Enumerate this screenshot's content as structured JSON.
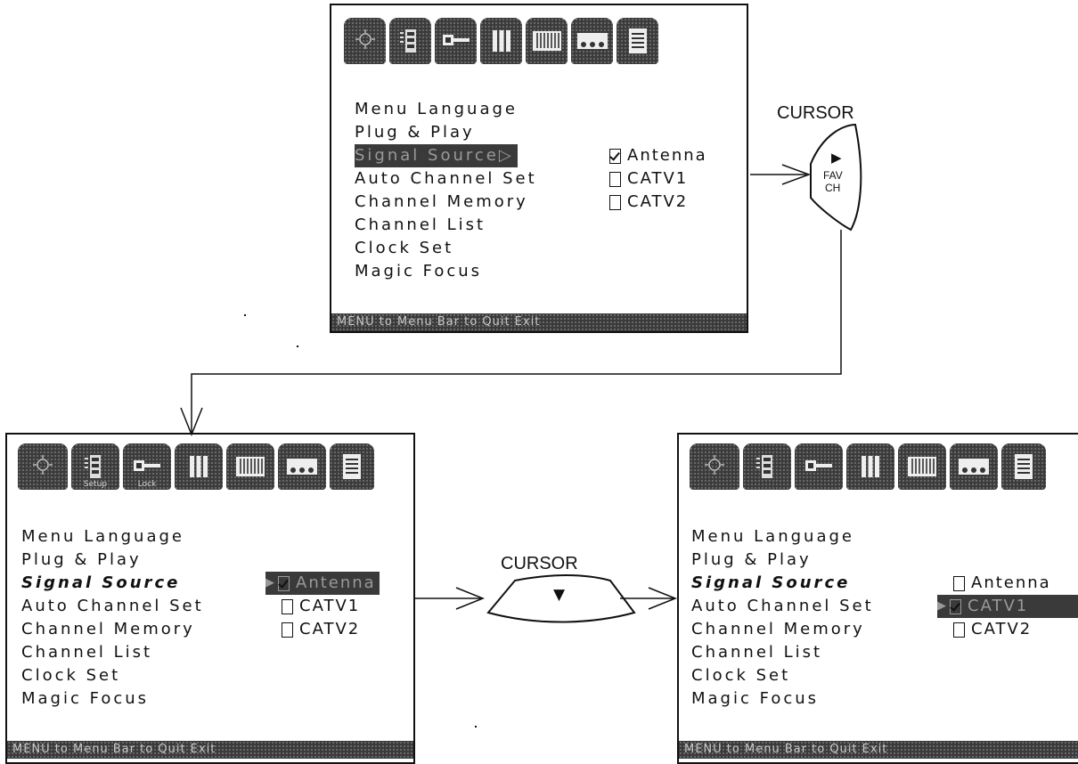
{
  "icon_bar": [
    {
      "name": "picture",
      "caption": ""
    },
    {
      "name": "setup",
      "caption": "Setup"
    },
    {
      "name": "lock",
      "caption": "Lock"
    },
    {
      "name": "color",
      "caption": ""
    },
    {
      "name": "audio",
      "caption": ""
    },
    {
      "name": "timer",
      "caption": ""
    },
    {
      "name": "info",
      "caption": ""
    }
  ],
  "menu_items": [
    "Menu Language",
    "Plug & Play",
    "Signal Source",
    "Auto Channel Set",
    "Channel Memory",
    "Channel List",
    "Clock Set",
    "Magic Focus"
  ],
  "signal_options": [
    "Antenna",
    "CATV1",
    "CATV2"
  ],
  "footer_text": "MENU to Menu Bar    to Quit Exit",
  "cursor_label": "CURSOR",
  "fav_ch_key": {
    "arrow": "▶",
    "line1": "FAV",
    "line2": "CH"
  },
  "down_key": {
    "arrow": "▼"
  },
  "colors": {
    "dark": "#3a3a3a",
    "line": "#111111",
    "highlight_text": "#9a9a9a"
  }
}
